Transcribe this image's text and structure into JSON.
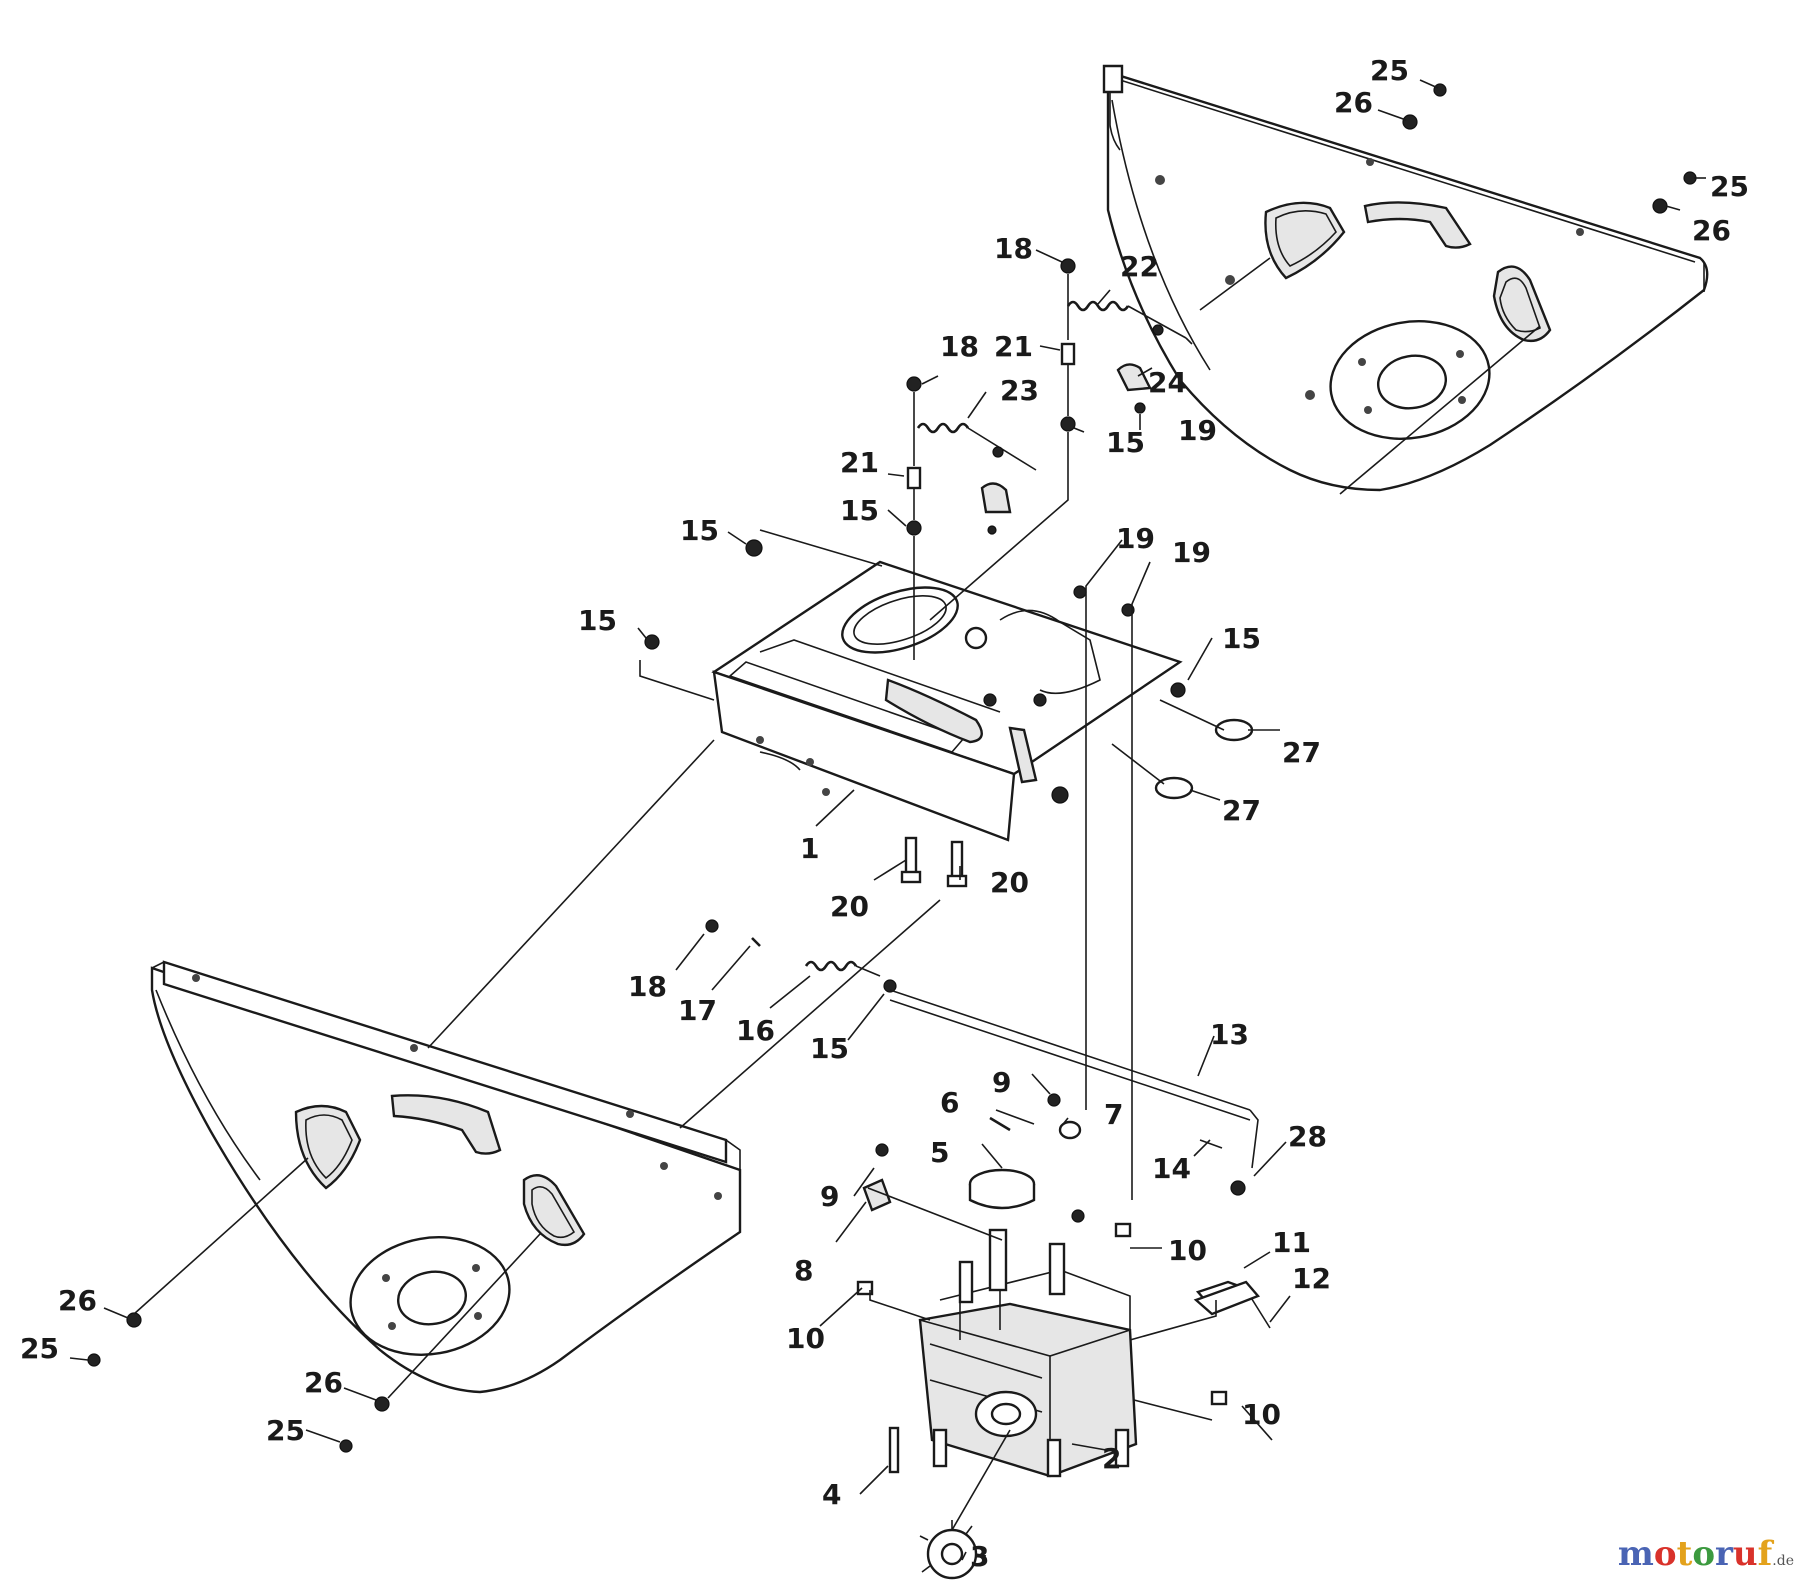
{
  "diagram": {
    "labels": [
      {
        "id": "l25a",
        "text": "25"
      },
      {
        "id": "l26a",
        "text": "26"
      },
      {
        "id": "l25b",
        "text": "25"
      },
      {
        "id": "l26b",
        "text": "26"
      },
      {
        "id": "l18a",
        "text": "18"
      },
      {
        "id": "l22",
        "text": "22"
      },
      {
        "id": "l18b",
        "text": "18"
      },
      {
        "id": "l21a",
        "text": "21"
      },
      {
        "id": "l24",
        "text": "24"
      },
      {
        "id": "l23",
        "text": "23"
      },
      {
        "id": "l15a",
        "text": "15"
      },
      {
        "id": "l19a",
        "text": "19"
      },
      {
        "id": "l21b",
        "text": "21"
      },
      {
        "id": "l15b",
        "text": "15"
      },
      {
        "id": "l15c",
        "text": "15"
      },
      {
        "id": "l19b",
        "text": "19"
      },
      {
        "id": "l19c",
        "text": "19"
      },
      {
        "id": "l15d",
        "text": "15"
      },
      {
        "id": "l15e",
        "text": "15"
      },
      {
        "id": "l27a",
        "text": "27"
      },
      {
        "id": "l27b",
        "text": "27"
      },
      {
        "id": "l1",
        "text": "1"
      },
      {
        "id": "l20a",
        "text": "20"
      },
      {
        "id": "l20b",
        "text": "20"
      },
      {
        "id": "l18c",
        "text": "18"
      },
      {
        "id": "l17",
        "text": "17"
      },
      {
        "id": "l16",
        "text": "16"
      },
      {
        "id": "l15f",
        "text": "15"
      },
      {
        "id": "l13",
        "text": "13"
      },
      {
        "id": "l9a",
        "text": "9"
      },
      {
        "id": "l6",
        "text": "6"
      },
      {
        "id": "l7",
        "text": "7"
      },
      {
        "id": "l28",
        "text": "28"
      },
      {
        "id": "l5",
        "text": "5"
      },
      {
        "id": "l14",
        "text": "14"
      },
      {
        "id": "l9b",
        "text": "9"
      },
      {
        "id": "l8",
        "text": "8"
      },
      {
        "id": "l10a",
        "text": "10"
      },
      {
        "id": "l11",
        "text": "11"
      },
      {
        "id": "l12",
        "text": "12"
      },
      {
        "id": "l10b",
        "text": "10"
      },
      {
        "id": "l26c",
        "text": "26"
      },
      {
        "id": "l25c",
        "text": "25"
      },
      {
        "id": "l26d",
        "text": "26"
      },
      {
        "id": "l25d",
        "text": "25"
      },
      {
        "id": "l10c",
        "text": "10"
      },
      {
        "id": "l2",
        "text": "2"
      },
      {
        "id": "l4",
        "text": "4"
      },
      {
        "id": "l3",
        "text": "3"
      }
    ]
  },
  "watermark": {
    "part1": "m",
    "part2": "o",
    "part3": "t",
    "part4": "o",
    "part5": "r",
    "part6": "u",
    "part7": "f",
    "suffix": ".de"
  }
}
